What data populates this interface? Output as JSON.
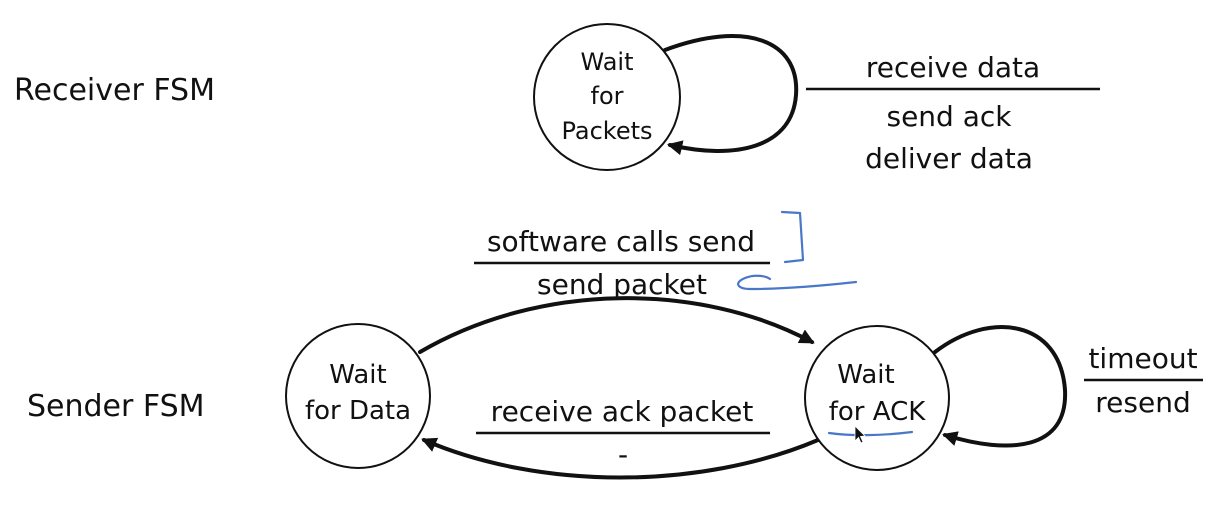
{
  "receiver": {
    "title": "Receiver FSM",
    "state": {
      "line1": "Wait",
      "line2": "for",
      "line3": "Packets"
    },
    "self_loop": {
      "event": "receive data",
      "action_1": "send ack",
      "action_2": "deliver data"
    }
  },
  "sender": {
    "title": "Sender FSM",
    "wait_data_state": {
      "line1": "Wait",
      "line2": "for Data"
    },
    "wait_ack_state": {
      "line1": "Wait",
      "line2": "for ACK"
    },
    "send_transition": {
      "event": "software calls send",
      "action": "send packet"
    },
    "ack_transition": {
      "event": "receive ack packet",
      "action": "-"
    },
    "timeout_loop": {
      "event": "timeout",
      "action": "resend"
    }
  },
  "colors": {
    "ink": "#111111",
    "annotation_pen": "#4a78c8",
    "background": "#ffffff"
  }
}
